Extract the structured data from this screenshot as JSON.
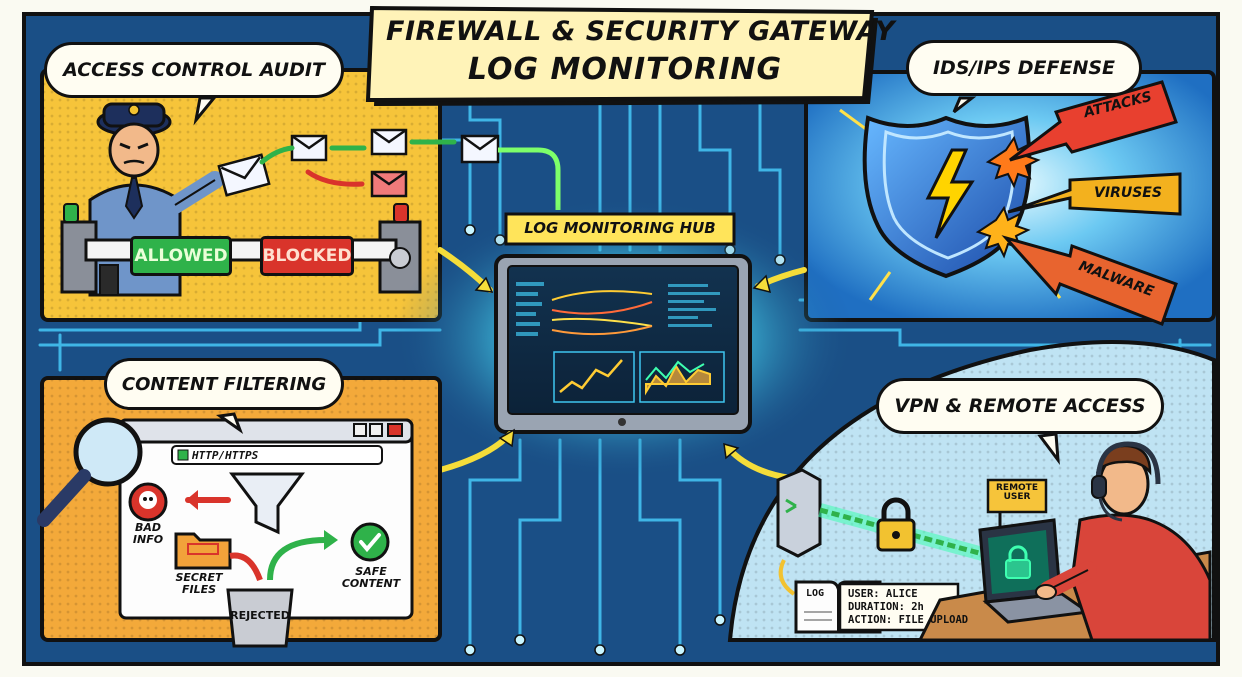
{
  "title": {
    "line1": "FIREWALL & SECURITY GATEWAY",
    "line2": "LOG MONITORING"
  },
  "panels": {
    "access_control": {
      "bubble": "ACCESS CONTROL AUDIT",
      "allowed": "ALLOWED",
      "blocked": "BLOCKED"
    },
    "ids_ips": {
      "bubble": "IDS/IPS DEFENSE",
      "threats": [
        "ATTACKS",
        "VIRUSES",
        "MALWARE"
      ]
    },
    "hub": {
      "label": "LOG MONITORING HUB"
    },
    "content_filtering": {
      "bubble": "CONTENT FILTERING",
      "url": "HTTP/HTTPS",
      "bad_info": "BAD INFO",
      "secret_files": "SECRET FILES",
      "safe_content": "SAFE CONTENT",
      "rejected": "REJECTED"
    },
    "vpn": {
      "bubble": "VPN & REMOTE ACCESS",
      "remote_sign": "REMOTE USER",
      "log_label": "LOG",
      "log_lines": [
        "USER: ALICE",
        "DURATION: 2h",
        "ACTION: FILE UPLOAD"
      ]
    }
  },
  "colors": {
    "circuit_bg": "#1a4f86",
    "trace": "#3fb6e6",
    "access_panel": "#f6c43a",
    "ids_panel": "#2a8fd8",
    "content_panel": "#f3a93a",
    "vpn_panel": "#bfe3f3",
    "allowed_green": "#2fb24a",
    "blocked_red": "#d9342b",
    "hub_glow": "#7dfcff",
    "title_bg": "#fff3b8"
  },
  "icons": [
    "padlock-icon",
    "shield-icon",
    "lightning-icon",
    "envelope-icon",
    "magnifier-icon",
    "skull-icon",
    "funnel-icon",
    "checkmark-icon",
    "folder-icon",
    "server-icon",
    "headset-icon",
    "laptop-icon",
    "book-icon"
  ]
}
